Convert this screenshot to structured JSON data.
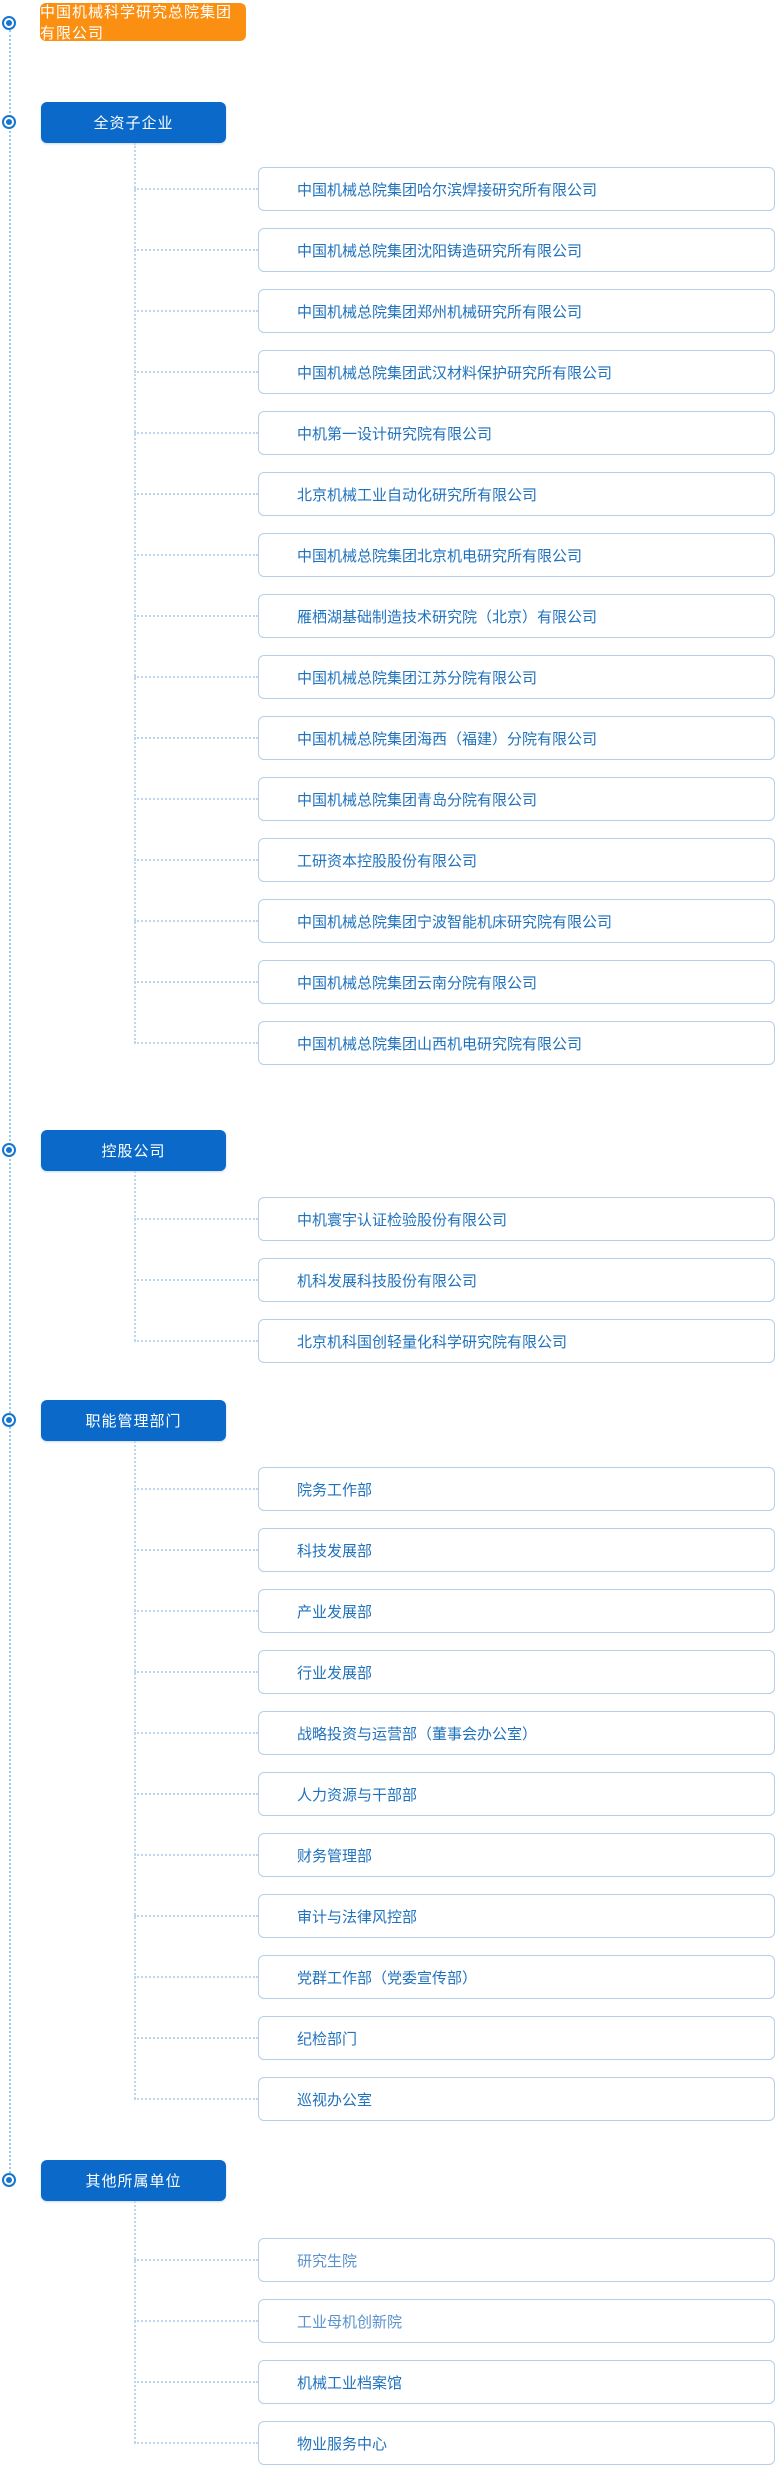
{
  "root": {
    "label": "中国机械科学研究总院集团有限公司"
  },
  "colors": {
    "root_node_bg": "#FB8F11",
    "section_node_bg": "#0B6AC9",
    "item_text": "#1F72BD",
    "item_text_muted": "#5B92CC",
    "item_border": "#B5CFE8",
    "connector_dotted": "#BCD7EF",
    "bullet_blue": "#1576D2"
  },
  "sections": [
    {
      "label": "全资子企业",
      "items": [
        {
          "label": "中国机械总院集团哈尔滨焊接研究所有限公司"
        },
        {
          "label": "中国机械总院集团沈阳铸造研究所有限公司"
        },
        {
          "label": "中国机械总院集团郑州机械研究所有限公司"
        },
        {
          "label": "中国机械总院集团武汉材料保护研究所有限公司"
        },
        {
          "label": "中机第一设计研究院有限公司"
        },
        {
          "label": "北京机械工业自动化研究所有限公司"
        },
        {
          "label": "中国机械总院集团北京机电研究所有限公司"
        },
        {
          "label": "雁栖湖基础制造技术研究院（北京）有限公司"
        },
        {
          "label": "中国机械总院集团江苏分院有限公司"
        },
        {
          "label": "中国机械总院集团海西（福建）分院有限公司"
        },
        {
          "label": "中国机械总院集团青岛分院有限公司"
        },
        {
          "label": "工研资本控股股份有限公司"
        },
        {
          "label": "中国机械总院集团宁波智能机床研究院有限公司"
        },
        {
          "label": "中国机械总院集团云南分院有限公司"
        },
        {
          "label": "中国机械总院集团山西机电研究院有限公司"
        }
      ]
    },
    {
      "label": "控股公司",
      "items": [
        {
          "label": "中机寰宇认证检验股份有限公司"
        },
        {
          "label": "机科发展科技股份有限公司"
        },
        {
          "label": "北京机科国创轻量化科学研究院有限公司"
        }
      ]
    },
    {
      "label": "职能管理部门",
      "items": [
        {
          "label": "院务工作部"
        },
        {
          "label": "科技发展部"
        },
        {
          "label": "产业发展部"
        },
        {
          "label": "行业发展部"
        },
        {
          "label": "战略投资与运营部（董事会办公室）"
        },
        {
          "label": "人力资源与干部部"
        },
        {
          "label": "财务管理部"
        },
        {
          "label": "审计与法律风控部"
        },
        {
          "label": "党群工作部（党委宣传部）"
        },
        {
          "label": "纪检部门"
        },
        {
          "label": "巡视办公室"
        }
      ]
    },
    {
      "label": "其他所属单位",
      "items": [
        {
          "label": "研究生院",
          "muted": true
        },
        {
          "label": "工业母机创新院",
          "muted": true
        },
        {
          "label": "机械工业档案馆"
        },
        {
          "label": "物业服务中心"
        }
      ]
    }
  ]
}
